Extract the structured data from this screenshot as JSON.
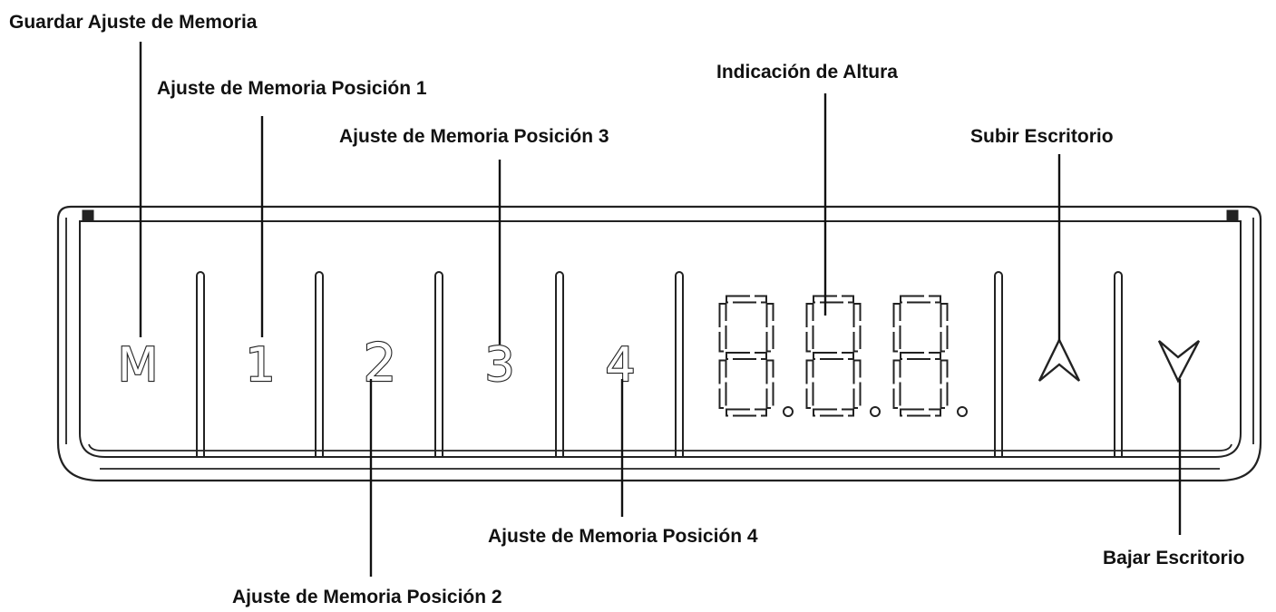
{
  "callouts": {
    "save_memory": "Guardar Ajuste de Memoria",
    "memory_1": "Ajuste de Memoria Posición 1",
    "memory_2": "Ajuste de Memoria Posición 2",
    "memory_3": "Ajuste de Memoria Posición 3",
    "memory_4": "Ajuste de Memoria Posición 4",
    "height_display": "Indicación de Altura",
    "desk_up": "Subir Escritorio",
    "desk_down": "Bajar Escritorio"
  },
  "buttons": {
    "memory_save": "M",
    "preset_1": "1",
    "preset_2": "2",
    "preset_3": "3",
    "preset_4": "4"
  },
  "icons": {
    "desk_up": "chevron-up-icon",
    "desk_down": "chevron-down-icon"
  },
  "display": {
    "digit_count": 3,
    "style": "seven-segment",
    "decimal_points": true
  }
}
